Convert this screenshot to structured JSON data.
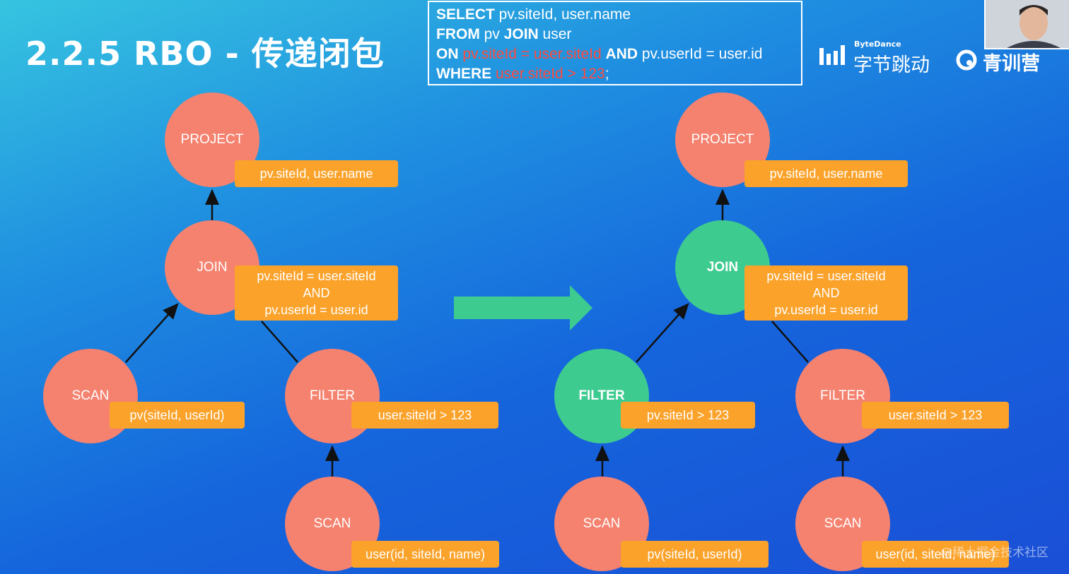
{
  "slide": {
    "title": "2.2.5 RBO - 传递闭包"
  },
  "sql": {
    "line1_kw": "SELECT",
    "line1_rest": " pv.siteId, user.name",
    "line2_kw1": "FROM",
    "line2_mid": " pv ",
    "line2_kw2": "JOIN",
    "line2_rest": " user",
    "line3_kw1": "ON",
    "line3_hl": " pv.siteId = user.siteId ",
    "line3_kw2": "AND",
    "line3_rest": " pv.userId = user.id",
    "line4_kw": "WHERE",
    "line4_hl": " user.siteId > 123",
    "line4_end": ";"
  },
  "branding": {
    "bytedance_small": "ByteDance",
    "bytedance_cn": "字节跳动",
    "camp_cn": "青训营"
  },
  "colors": {
    "node_default": "#f5826f",
    "node_changed": "#3ecb8f",
    "label": "#fba22a",
    "arrow": "#3ecb8f"
  },
  "left_tree": {
    "project": {
      "name": "PROJECT",
      "label": "pv.siteId, user.name"
    },
    "join": {
      "name": "JOIN",
      "label_1": "pv.siteId = user.siteId",
      "label_2": "AND",
      "label_3": "pv.userId = user.id"
    },
    "scan_pv": {
      "name": "SCAN",
      "label": "pv(siteId, userId)"
    },
    "filter_user": {
      "name": "FILTER",
      "label": "user.siteId > 123"
    },
    "scan_user": {
      "name": "SCAN",
      "label": "user(id, siteId, name)"
    }
  },
  "right_tree": {
    "project": {
      "name": "PROJECT",
      "label": "pv.siteId, user.name"
    },
    "join": {
      "name": "JOIN",
      "label_1": "pv.siteId = user.siteId",
      "label_2": "AND",
      "label_3": "pv.userId = user.id"
    },
    "filter_pv": {
      "name": "FILTER",
      "label": "pv.siteId > 123"
    },
    "filter_user": {
      "name": "FILTER",
      "label": "user.siteId > 123"
    },
    "scan_pv": {
      "name": "SCAN",
      "label": "pv(siteId, userId)"
    },
    "scan_user": {
      "name": "SCAN",
      "label": "user(id, siteId, name)"
    }
  },
  "watermark": "@稀土掘金技术社区"
}
